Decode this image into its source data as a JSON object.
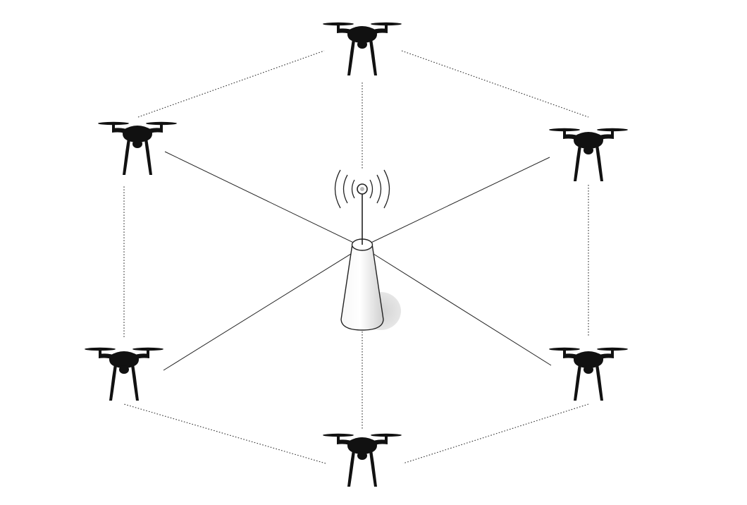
{
  "diagram": {
    "central_node": {
      "name": "base-station",
      "icon": "radio-tower-icon",
      "signal_waves": 3
    },
    "drones": [
      {
        "id": "top",
        "icon": "drone-icon"
      },
      {
        "id": "upper-left",
        "icon": "drone-icon"
      },
      {
        "id": "upper-right",
        "icon": "drone-icon"
      },
      {
        "id": "lower-left",
        "icon": "drone-icon"
      },
      {
        "id": "lower-right",
        "icon": "drone-icon"
      },
      {
        "id": "bottom",
        "icon": "drone-icon"
      }
    ],
    "links": {
      "perimeter_style": "dotted",
      "perimeter": [
        [
          "top",
          "upper-right"
        ],
        [
          "upper-right",
          "lower-right"
        ],
        [
          "lower-right",
          "bottom"
        ],
        [
          "bottom",
          "lower-left"
        ],
        [
          "lower-left",
          "upper-left"
        ],
        [
          "upper-left",
          "top"
        ]
      ],
      "to_station_vertical_style": "dotted",
      "to_station_diagonal_style": "solid",
      "to_station": [
        "top",
        "bottom",
        "upper-left",
        "upper-right",
        "lower-left",
        "lower-right"
      ]
    },
    "colors": {
      "drone": "#111111",
      "links": "#333333",
      "tower_fill": "#f0f0f0",
      "tower_stroke": "#222222",
      "tower_shadow": "#d9d9d9"
    }
  }
}
